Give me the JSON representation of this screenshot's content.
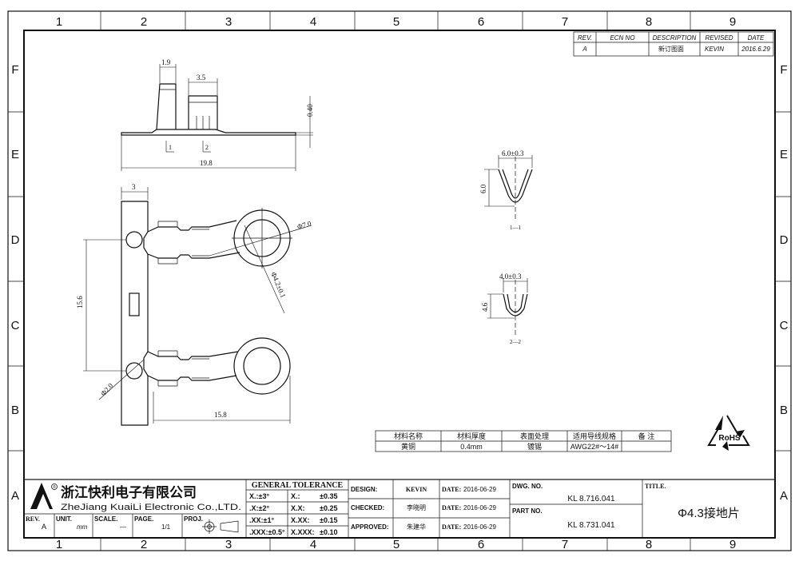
{
  "border": {
    "columns": [
      "1",
      "2",
      "3",
      "4",
      "5",
      "6",
      "7",
      "8",
      "9"
    ],
    "rows": [
      "F",
      "E",
      "D",
      "C",
      "B",
      "A"
    ]
  },
  "revision": {
    "headers": [
      "REV.",
      "ECN NO",
      "DESCRIPTION",
      "REVISED",
      "DATE"
    ],
    "row": [
      "A",
      "",
      "新订图面",
      "KEVIN",
      "2016.6.29"
    ]
  },
  "dimensions": {
    "d1_9": "1.9",
    "d3_5": "3.5",
    "d0_40": "0.40",
    "d19_8": "19.8",
    "d3": "3",
    "d7_0": "Φ7.0",
    "d4_2": "Φ4.2±0.1",
    "d15_6": "15.6",
    "d2_0": "Φ2.0",
    "d15_8": "15.8",
    "sec1_width": "6.0±0.3",
    "sec1_height": "6.0",
    "sec1_label": "1—1",
    "sec2_width": "4.0±0.3",
    "sec2_height": "4.6",
    "sec2_label": "2—2",
    "callout1": "1",
    "callout2": "2"
  },
  "material_table": {
    "headers": [
      "材料名称",
      "材料厚度",
      "表面处理",
      "适用导线规格",
      "备 注"
    ],
    "row": [
      "黄铜",
      "0.4mm",
      "镀锡",
      "AWG22#～14#",
      ""
    ]
  },
  "rohs": "RoHS",
  "company": {
    "name_cn": "浙江快利电子有限公司",
    "name_en": "ZheJiang KuaiLi Electronic Co.,LTD.",
    "reg": "®"
  },
  "title_block": {
    "rev_label": "REV.",
    "rev_value": "A",
    "unit_label": "UNIT.",
    "unit_value": "mm",
    "scale_label": "SCALE.",
    "scale_value": "—",
    "page_label": "PAGE.",
    "page_value": "1/1",
    "proj_label": "PROJ.",
    "tolerance_title": "GENERAL TOLERANCE",
    "tolerances": [
      [
        "X.:±3°",
        "X.:",
        "±0.35"
      ],
      [
        ".X:±2°",
        "X.X:",
        "±0.25"
      ],
      [
        ".XX:±1°",
        "X.XX:",
        "±0.15"
      ],
      [
        ".XXX:±0.5°",
        "X.XXX:",
        "±0.10"
      ]
    ],
    "design_label": "DESIGN:",
    "design_value": "KEVIN",
    "checked_label": "CHECKED:",
    "checked_value": "李晓明",
    "approved_label": "APPROVED:",
    "approved_value": "朱建华",
    "date_label": "DATE:",
    "date1": "2016-06-29",
    "date2": "2016-06-29",
    "date3": "2016-06-29",
    "dwg_label": "DWG. NO.",
    "dwg_value": "KL 8.716.041",
    "part_label": "PART NO.",
    "part_value": "KL 8.731.041",
    "title_label": "TITLE.",
    "title_value": "Φ4.3接地片"
  }
}
